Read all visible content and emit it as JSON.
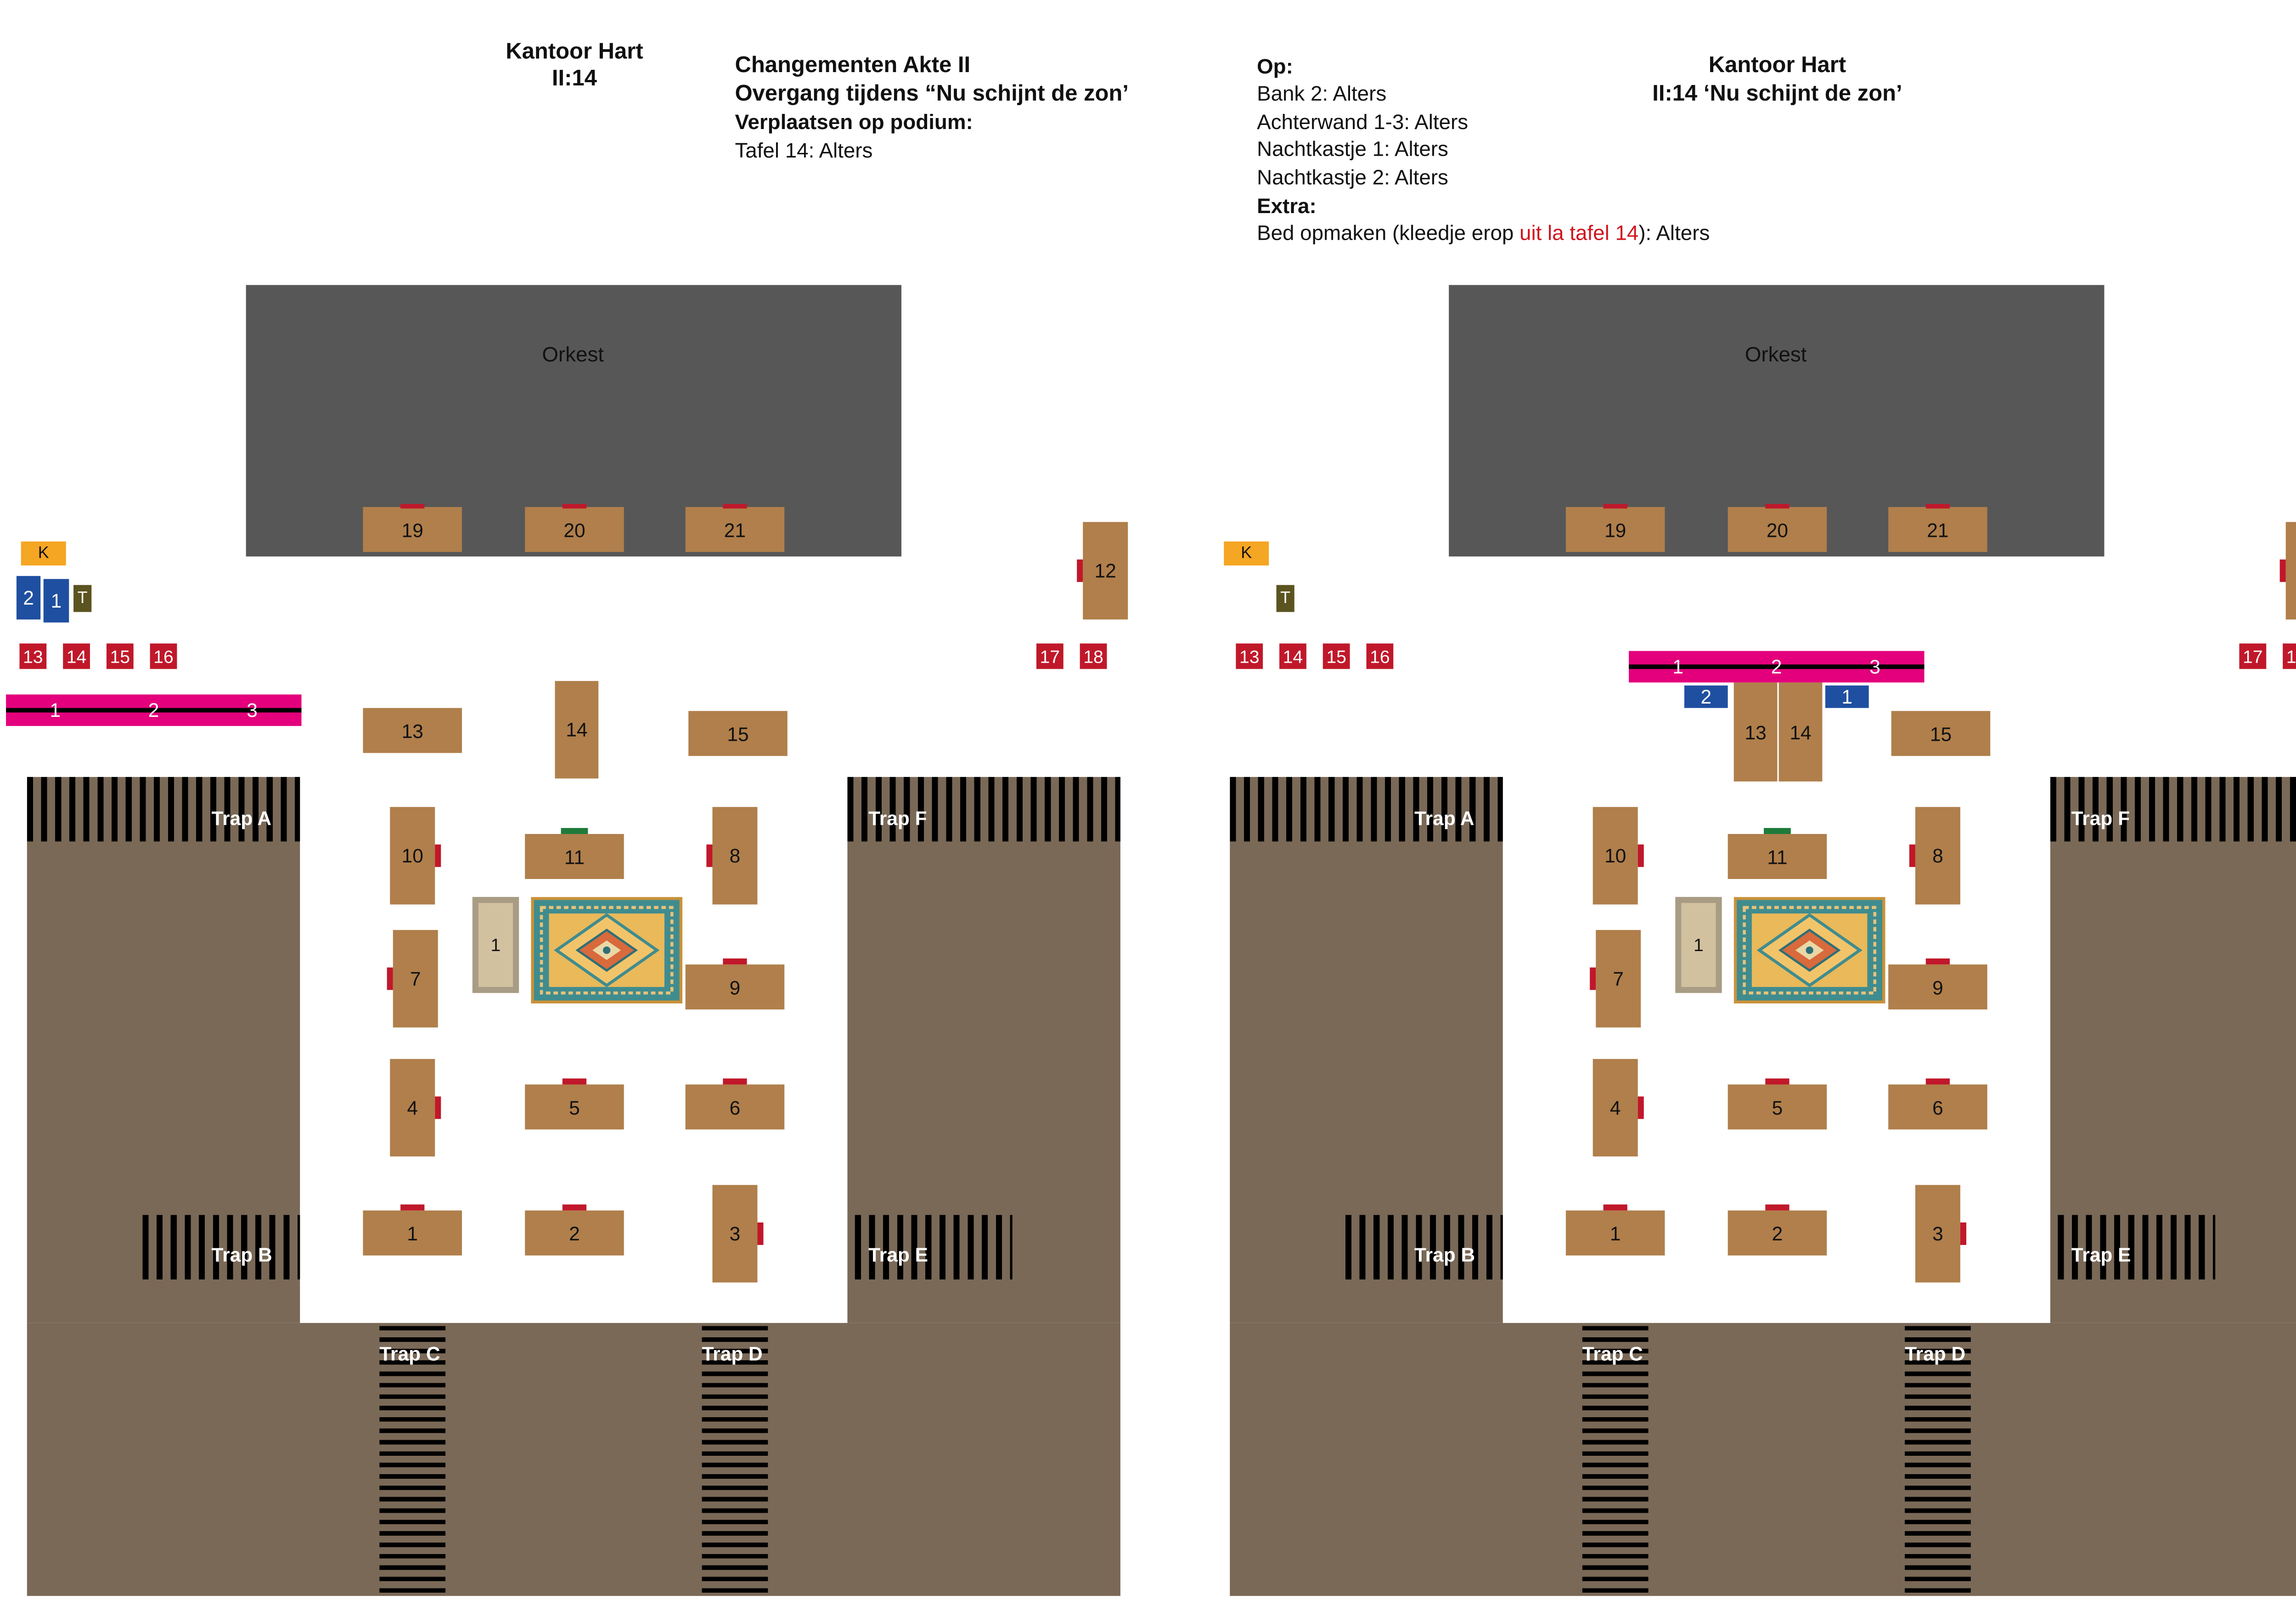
{
  "left": {
    "title_line1": "Kantoor Hart",
    "title_line2": "II:14",
    "heading_line1": "Changementen Akte II",
    "heading_line2": "Overgang tijdens “Nu schijnt de zon’",
    "heading_line3": "Verplaatsen op podium:",
    "note": "Tafel 14: Alters"
  },
  "right": {
    "title_line1": "Kantoor Hart",
    "title_line2": "II:14 ‘Nu schijnt de zon’",
    "op_label": "Op:",
    "op_items": [
      "Bank 2: Alters",
      "Achterwand 1-3: Alters",
      "Nachtkastje 1: Alters",
      "Nachtkastje 2: Alters"
    ],
    "extra_label": "Extra:",
    "extra_prefix": "Bed opmaken (kleedje erop ",
    "extra_red": "uit la tafel 14",
    "extra_suffix": "): Alters"
  },
  "plan": {
    "orkest": "Orkest",
    "tables": [
      "1",
      "2",
      "3",
      "4",
      "5",
      "6",
      "7",
      "8",
      "9",
      "10",
      "11",
      "12",
      "13",
      "14",
      "15",
      "16",
      "17",
      "18",
      "19",
      "20",
      "21"
    ],
    "bed": "1",
    "kast": "K",
    "tafel_t": "T",
    "banks": [
      "1",
      "2"
    ],
    "walls": [
      "1",
      "2",
      "3"
    ],
    "stools": [
      "13",
      "14",
      "15",
      "16",
      "17",
      "18"
    ],
    "traps": [
      "Trap A",
      "Trap B",
      "Trap C",
      "Trap D",
      "Trap E",
      "Trap F"
    ]
  },
  "colors": {
    "table": "#b07f4b",
    "orkest": "#575757",
    "floor": "#7a6957",
    "wall": "#e4007c",
    "bank": "#1f4fa0",
    "stool": "#c0182a",
    "kast": "#f5a623",
    "accent_text": "#d0141e"
  }
}
